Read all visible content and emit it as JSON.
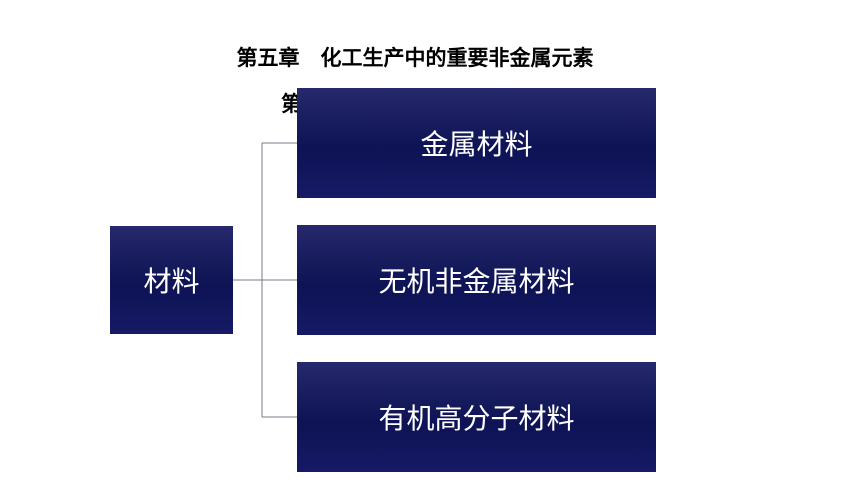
{
  "diagram": {
    "title": "第五章　化工生产中的重要非金属元素",
    "subtitle_partial": "第",
    "root": {
      "label": "材料"
    },
    "children": [
      {
        "label": "金属材料"
      },
      {
        "label": "无机非金属材料"
      },
      {
        "label": "有机高分子材料"
      }
    ],
    "colors": {
      "box_fill": "#0d1354",
      "box_text": "#ffffff",
      "connector": "#7a7a8a"
    }
  }
}
